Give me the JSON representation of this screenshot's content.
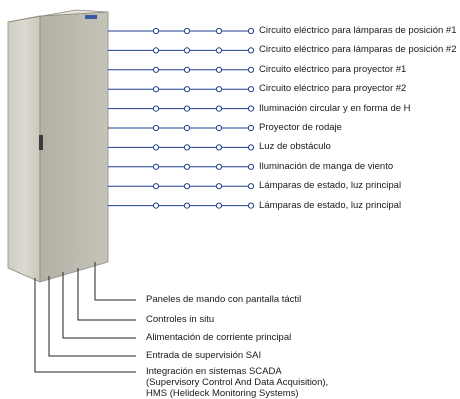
{
  "outputs": [
    {
      "label": "Circuito eléctrico para lámparas de posición #1"
    },
    {
      "label": "Circuito eléctrico para lámparas de posición #2"
    },
    {
      "label": "Circuito eléctrico para proyector #1"
    },
    {
      "label": "Circuito eléctrico para proyector #2"
    },
    {
      "label": "Iluminación circular y en forma de H"
    },
    {
      "label": "Proyector de rodaje"
    },
    {
      "label": "Luz de obstáculo"
    },
    {
      "label": "Iluminación de manga de viento"
    },
    {
      "label": "Lámparas de estado, luz principal"
    },
    {
      "label": "Lámparas de estado, luz principal"
    }
  ],
  "inputs": [
    {
      "label": "Paneles de mando con pantalla táctil"
    },
    {
      "label": "Controles in situ"
    },
    {
      "label": "Alimentación de corriente principal"
    },
    {
      "label": "Entrada de supervisión SAI"
    },
    {
      "label_lines": [
        "Integración en sistemas SCADA",
        "(Supervisory Control And Data Acquisition),",
        "HMS (Helideck Monitoring Systems)"
      ]
    }
  ],
  "colors": {
    "line": "#1f3f8f",
    "bottom_line": "#222222",
    "cabinet_front": "#d6d4c8",
    "cabinet_side": "#bdbbb0",
    "cabinet_edge": "#8c8a80"
  }
}
